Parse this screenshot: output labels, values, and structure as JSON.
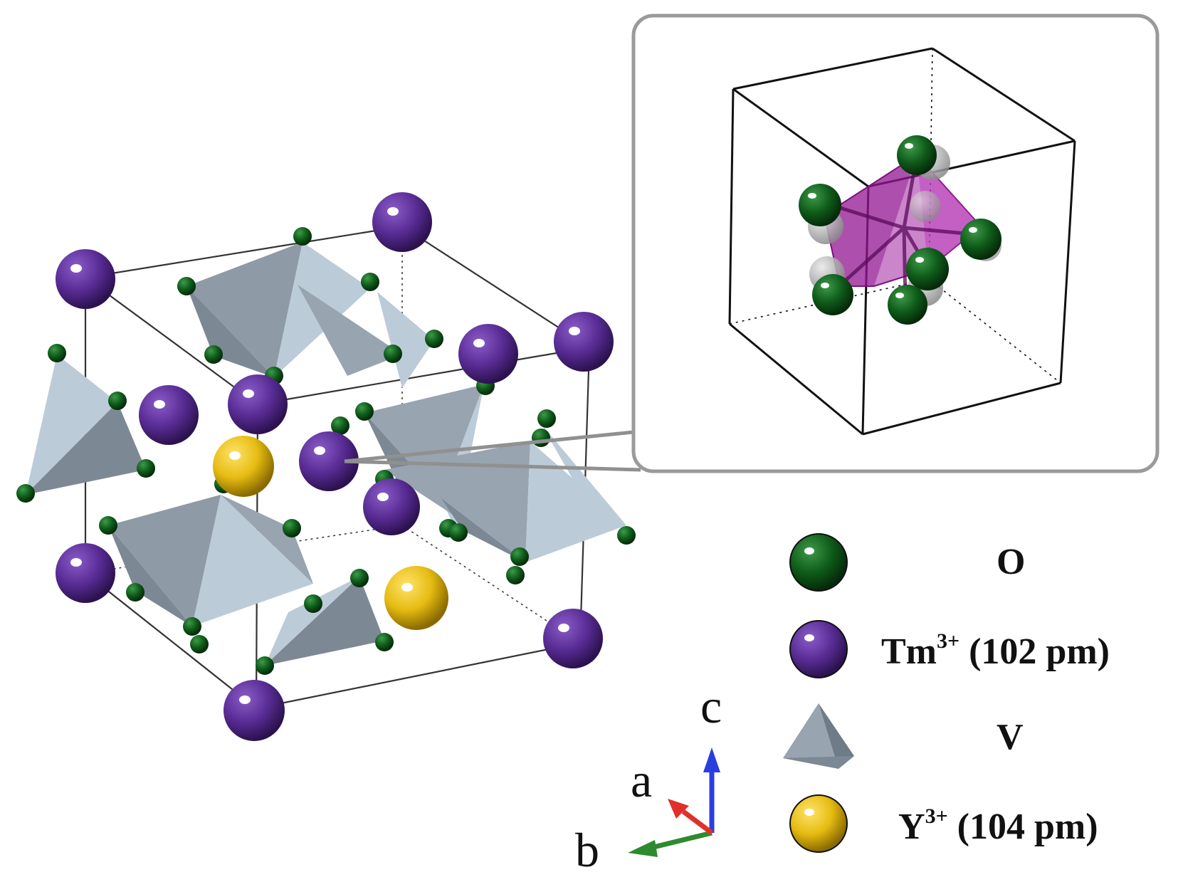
{
  "axes": {
    "a": "a",
    "b": "b",
    "c": "c"
  },
  "legend": [
    {
      "id": "O",
      "symbol": "O",
      "charge": "",
      "radius": "",
      "kind": "sphere",
      "color": "#0f5c1a"
    },
    {
      "id": "Tm",
      "symbol": "Tm",
      "charge": "3+",
      "radius": "(102 pm)",
      "kind": "sphere",
      "color": "#5a2d96"
    },
    {
      "id": "V",
      "symbol": "V",
      "charge": "",
      "radius": "",
      "kind": "tetrahedron",
      "color": "#98a4b0"
    },
    {
      "id": "Y",
      "symbol": "Y",
      "charge": "3+",
      "radius": "(104 pm)",
      "kind": "sphere",
      "color": "#e6bc12"
    }
  ],
  "colors": {
    "oxygen": "#0f5c1a",
    "thulium": "#5a2d96",
    "yttrium": "#e6bc12",
    "tetra_light": "#bccbd8",
    "tetra_dark": "#8a97a3",
    "polyhedron": "#a020a0",
    "axis_a": "#e0302a",
    "axis_b": "#2e8a2e",
    "axis_c": "#2a3ee0"
  },
  "icons": {
    "oxygen": "oxygen-atom-icon",
    "thulium": "thulium-ion-icon",
    "vanadium": "vanadium-tetrahedron-icon",
    "yttrium": "yttrium-ion-icon"
  }
}
